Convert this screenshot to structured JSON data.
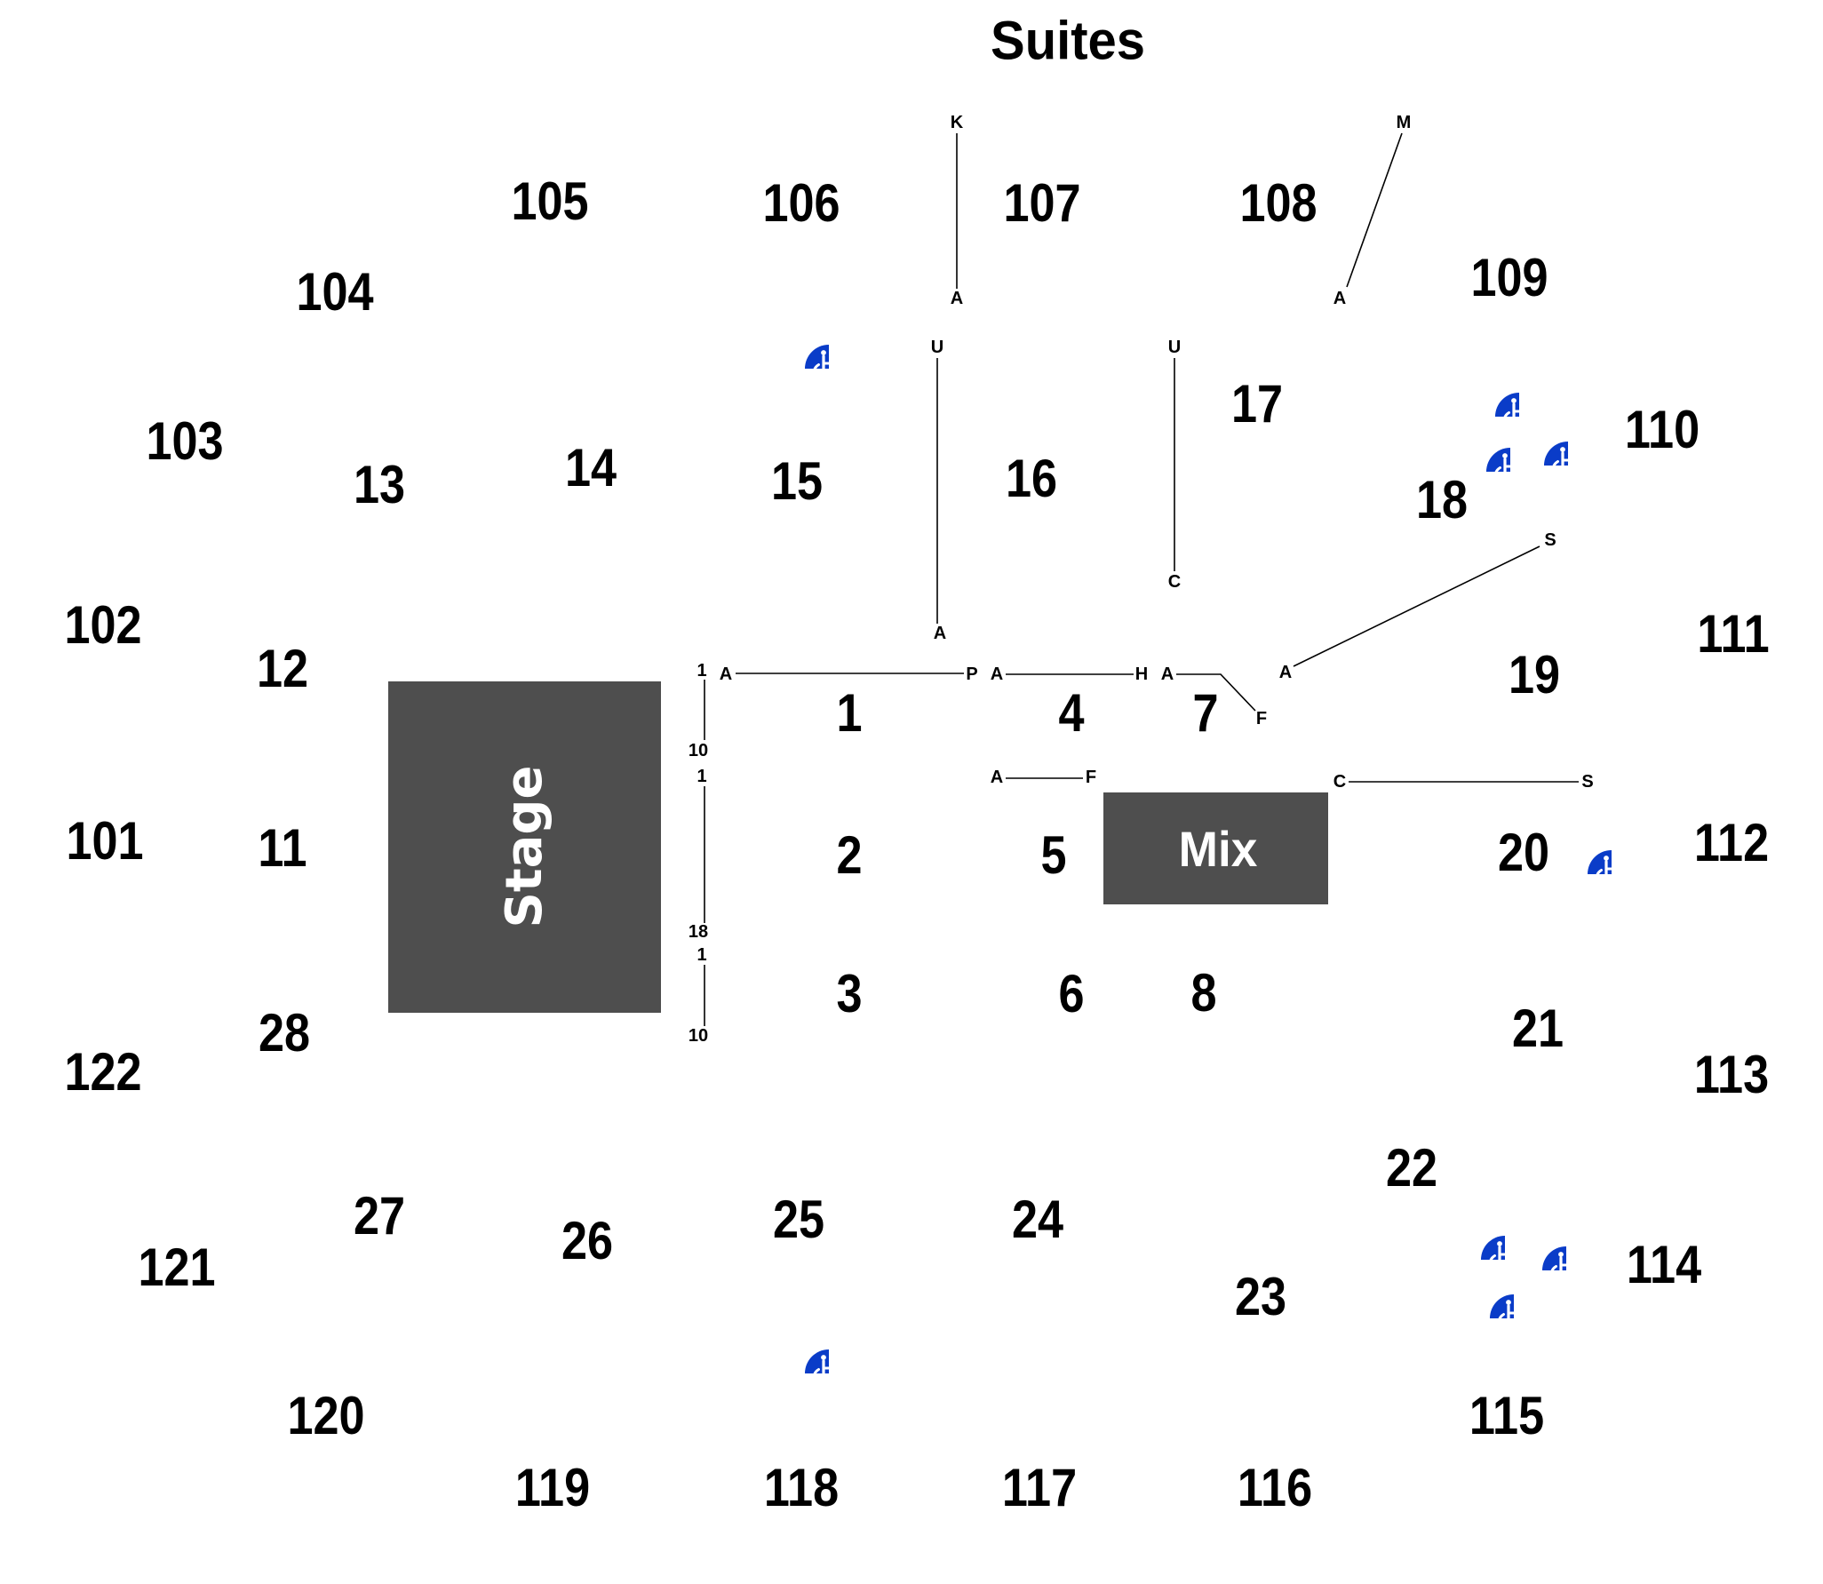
{
  "title": "Suites",
  "stage_label": "Stage",
  "mix_label": "Mix",
  "sections": {
    "upper": [
      "101",
      "102",
      "103",
      "104",
      "105",
      "106",
      "107",
      "108",
      "109",
      "110",
      "111",
      "112",
      "113",
      "114",
      "115",
      "116",
      "117",
      "118",
      "119",
      "120",
      "121",
      "122"
    ],
    "floor": [
      "1",
      "2",
      "3",
      "4",
      "5",
      "6",
      "7",
      "8",
      "11",
      "12",
      "13",
      "14",
      "15",
      "16",
      "17",
      "18",
      "19",
      "20",
      "21",
      "22",
      "23",
      "24",
      "25",
      "26",
      "27",
      "28"
    ]
  },
  "row_markers": {
    "section_107": [
      "K",
      "A"
    ],
    "section_108": [
      "M",
      "A"
    ],
    "section_16": [
      "U",
      "A"
    ],
    "section_17": [
      "U",
      "C"
    ],
    "section_19": [
      "S",
      "A"
    ],
    "section_1": [
      "1",
      "A",
      "P",
      "10"
    ],
    "section_4": [
      "A",
      "H"
    ],
    "section_7": [
      "A",
      "F"
    ],
    "section_2": [
      "1",
      "18"
    ],
    "section_3": [
      "1",
      "10"
    ],
    "section_5": [
      "A",
      "F"
    ],
    "section_20": [
      "C",
      "S"
    ]
  },
  "accessibility": {
    "icon": "wheelchair-icon"
  },
  "colors": {
    "background": "#ffffff",
    "stage_fill": "#4e4e4e",
    "accessibility_blue": "#0a3cc8",
    "label_text": "#000000",
    "box_text": "#ffffff"
  }
}
